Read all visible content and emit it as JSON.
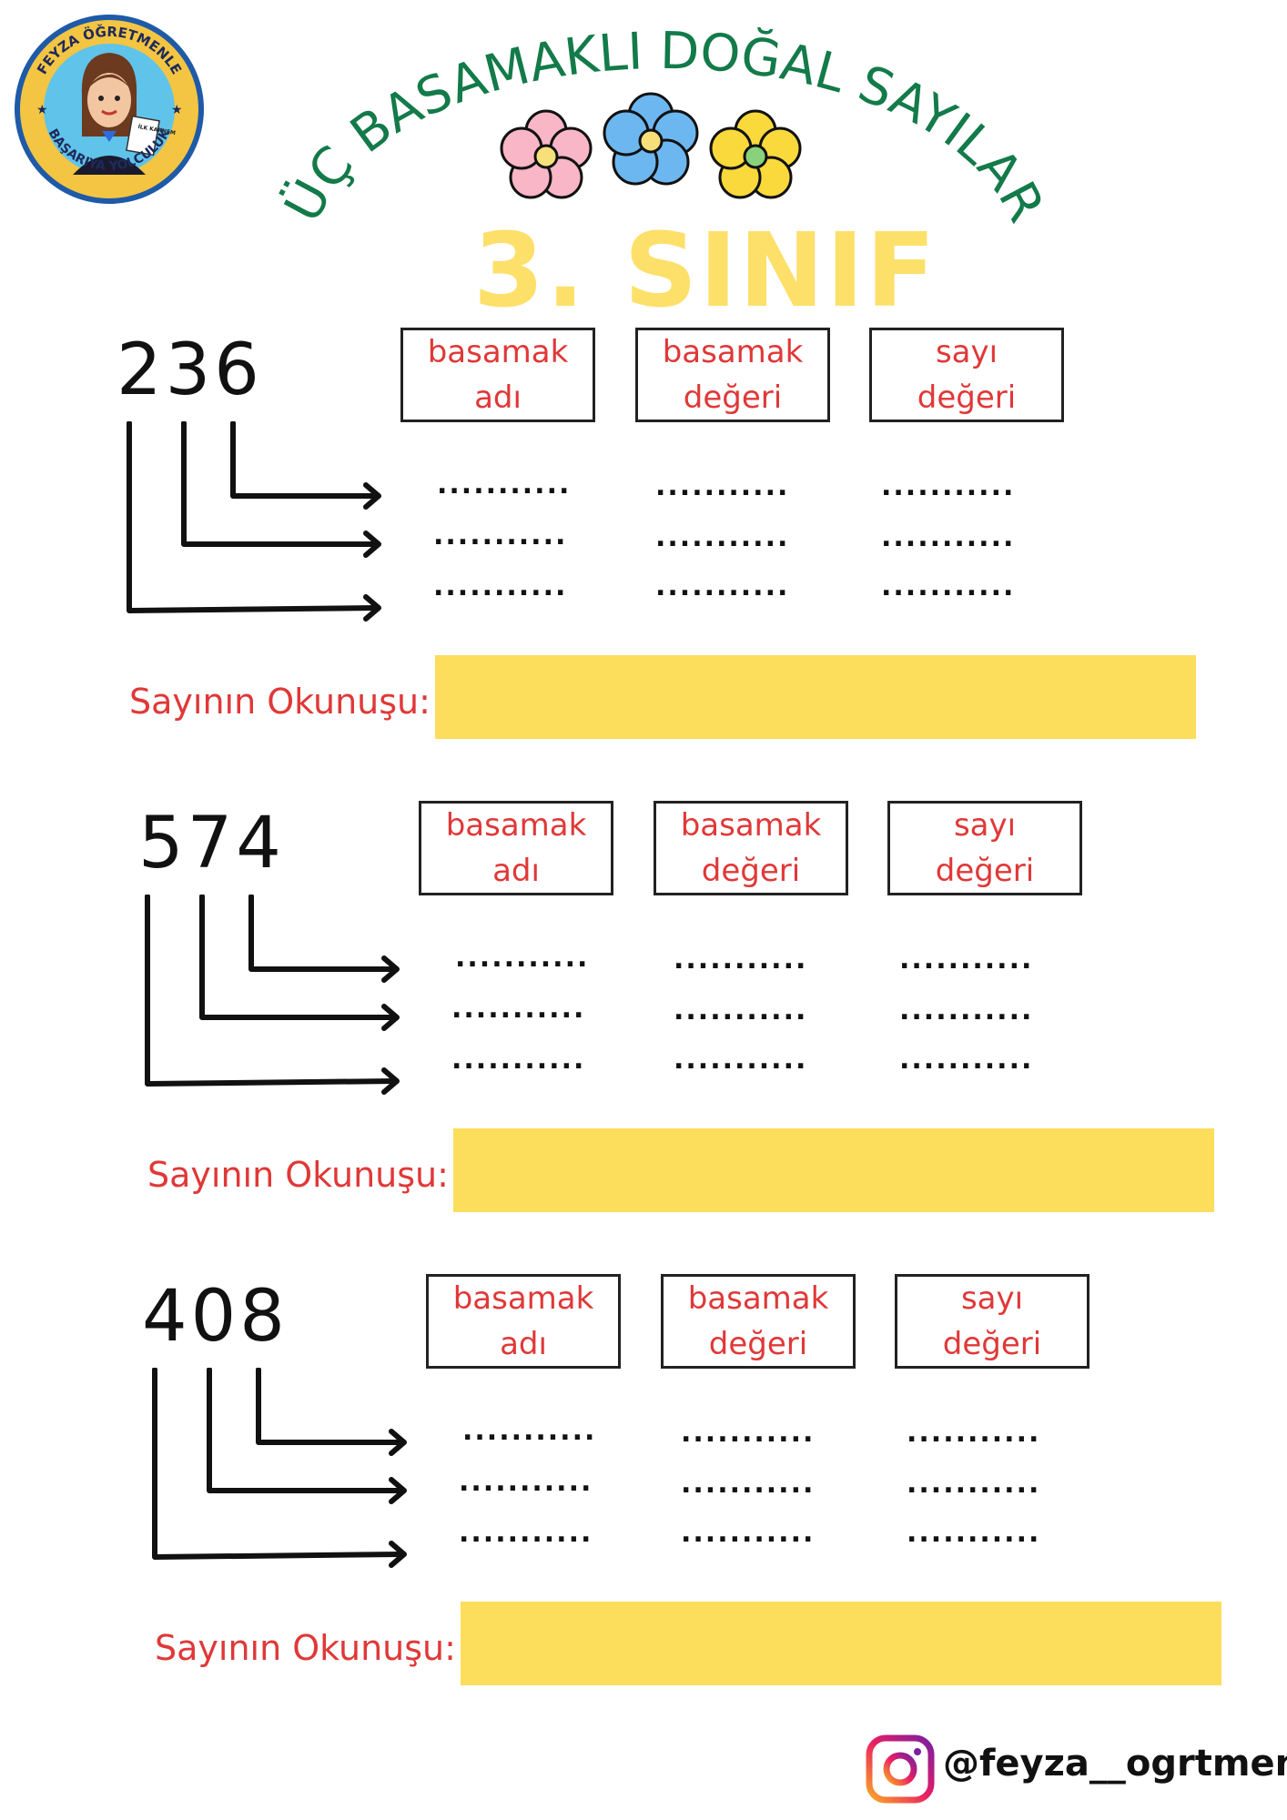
{
  "logo": {
    "top_text": "FEYZA ÖĞRETMENLE",
    "bottom_text": "BAŞARIYA YOLCULUK",
    "card_text": "İLK KARNEM"
  },
  "title": "ÜÇ BASAMAKLI DOĞAL SAYILAR",
  "grade": "3. SINIF",
  "headers": {
    "col1_line1": "basamak",
    "col1_line2": "adı",
    "col2_line1": "basamak",
    "col2_line2": "değeri",
    "col3_line1": "sayı",
    "col3_line2": "değeri"
  },
  "blank": "...........",
  "reading_label": "Sayının Okunuşu:",
  "numbers": [
    "236",
    "574",
    "408"
  ],
  "footer": {
    "handle": "@feyza__ogrtmen"
  },
  "colors": {
    "title_green": "#137a49",
    "grade_yellow": "#fde06a",
    "label_red": "#e03838",
    "bar_yellow": "#fddd5c"
  }
}
